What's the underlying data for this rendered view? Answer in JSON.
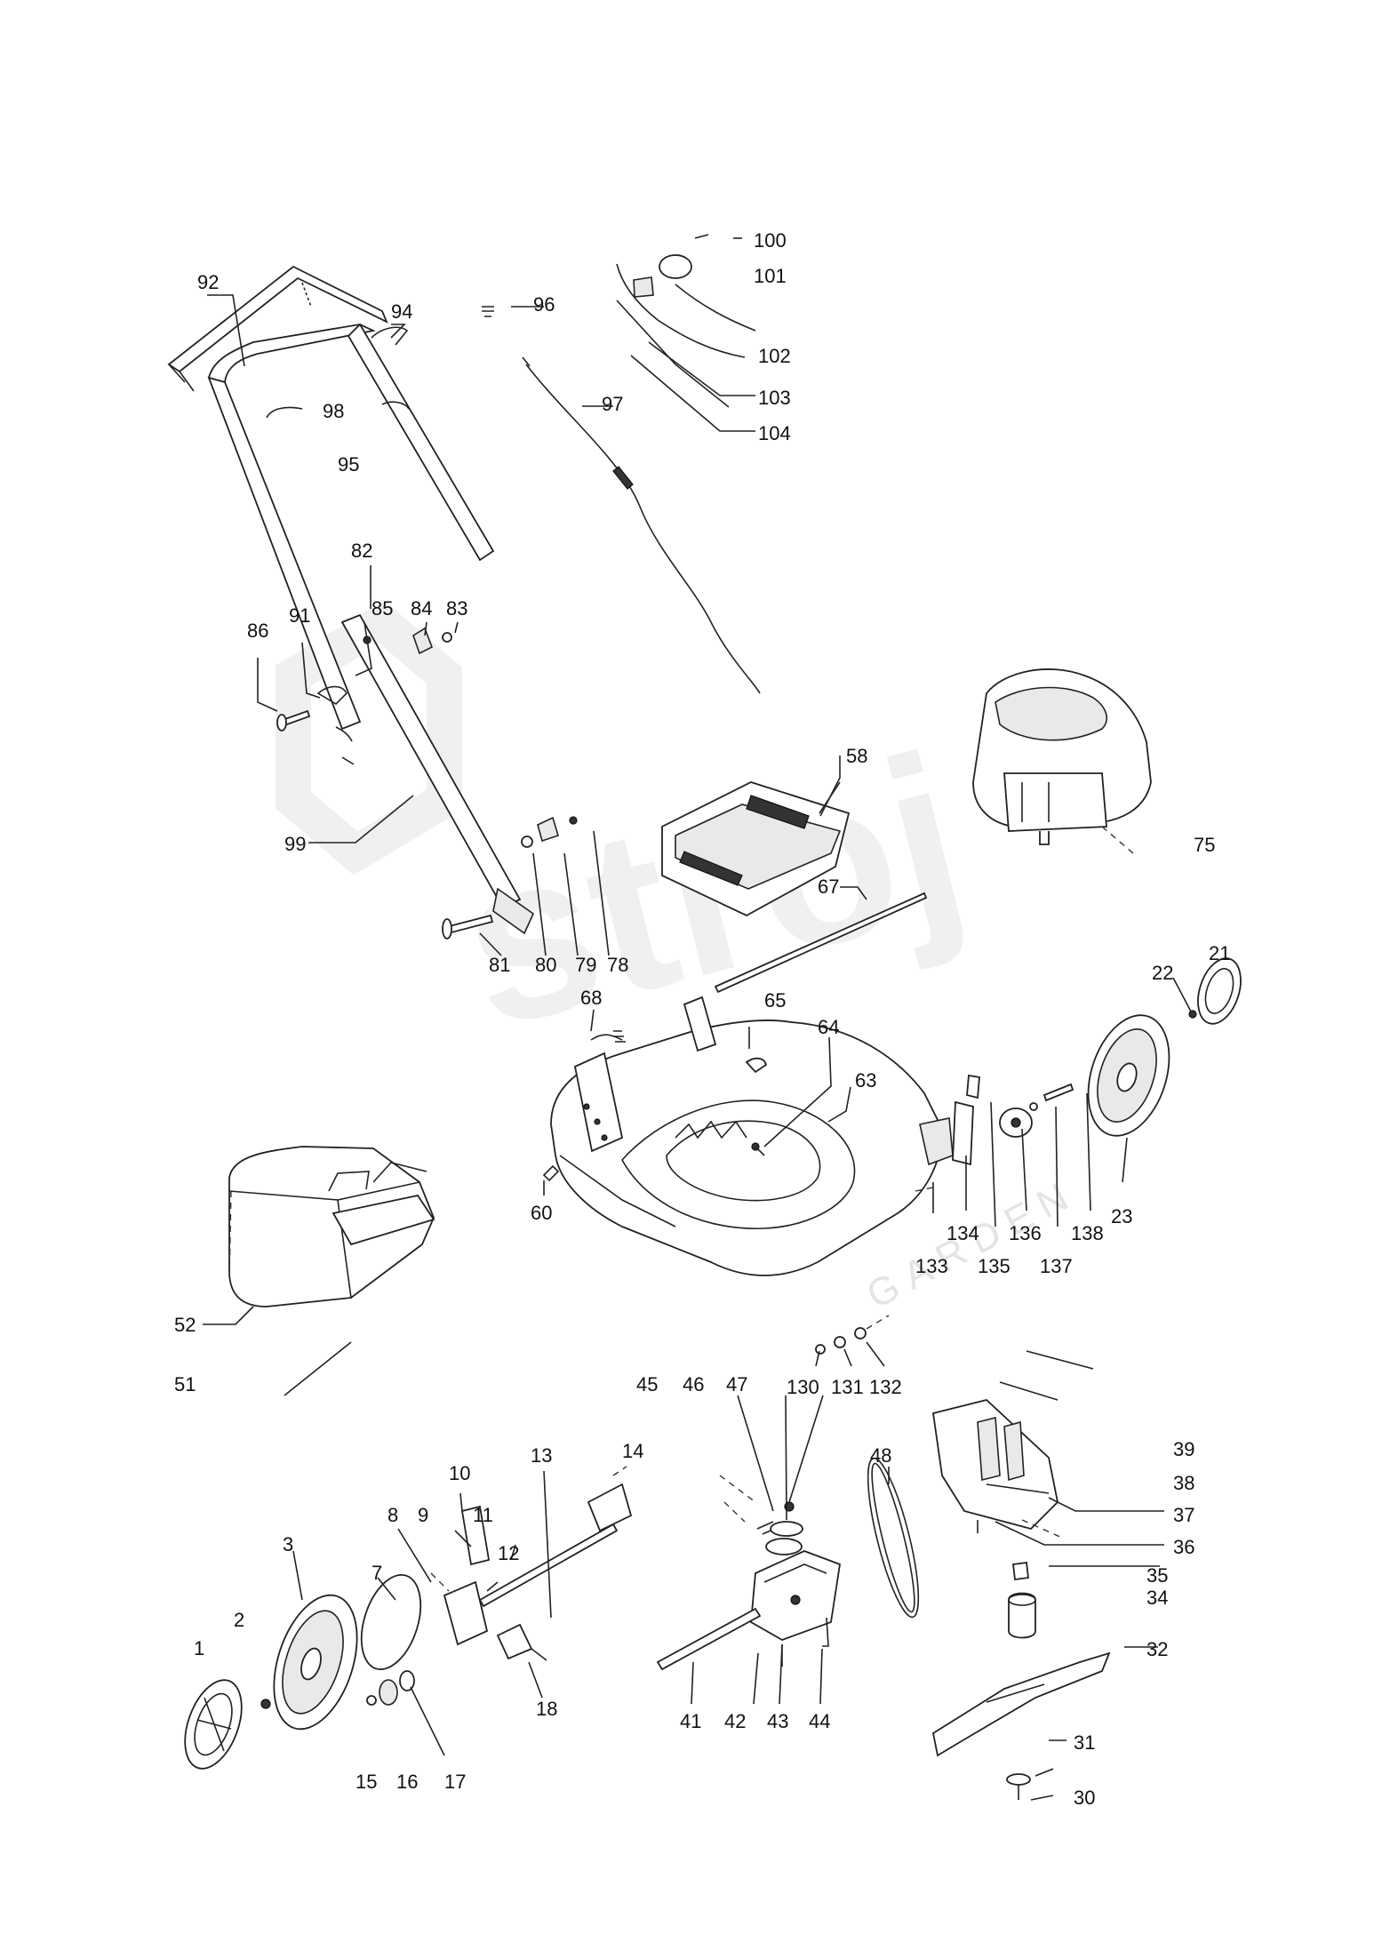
{
  "diagram": {
    "watermark": {
      "brand": "stroj",
      "sub": "GARDEN",
      "color": "#efefef"
    },
    "colors": {
      "line": "#222222",
      "background": "#ffffff"
    },
    "part_numbers": {
      "p1": "1",
      "p2": "2",
      "p3": "3",
      "p7": "7",
      "p8": "8",
      "p9": "9",
      "p10": "10",
      "p11": "11",
      "p12": "12",
      "p13": "13",
      "p14": "14",
      "p15": "15",
      "p16": "16",
      "p17": "17",
      "p18": "18",
      "p21": "21",
      "p22": "22",
      "p23": "23",
      "p30": "30",
      "p31": "31",
      "p32": "32",
      "p34": "34",
      "p35": "35",
      "p36": "36",
      "p37": "37",
      "p38": "38",
      "p39": "39",
      "p41": "41",
      "p42": "42",
      "p43": "43",
      "p44": "44",
      "p45": "45",
      "p46": "46",
      "p47": "47",
      "p48": "48",
      "p51": "51",
      "p52": "52",
      "p58": "58",
      "p60": "60",
      "p63": "63",
      "p64": "64",
      "p65": "65",
      "p67": "67",
      "p68": "68",
      "p75": "75",
      "p78": "78",
      "p79": "79",
      "p80": "80",
      "p81": "81",
      "p82": "82",
      "p83": "83",
      "p84": "84",
      "p85": "85",
      "p86": "86",
      "p91": "91",
      "p92": "92",
      "p94": "94",
      "p95": "95",
      "p96": "96",
      "p97": "97",
      "p98": "98",
      "p99": "99",
      "p100": "100",
      "p101": "101",
      "p102": "102",
      "p103": "103",
      "p104": "104",
      "p130": "130",
      "p131": "131",
      "p132": "132",
      "p133": "133",
      "p134": "134",
      "p135": "135",
      "p136": "136",
      "p137": "137",
      "p138": "138"
    }
  }
}
